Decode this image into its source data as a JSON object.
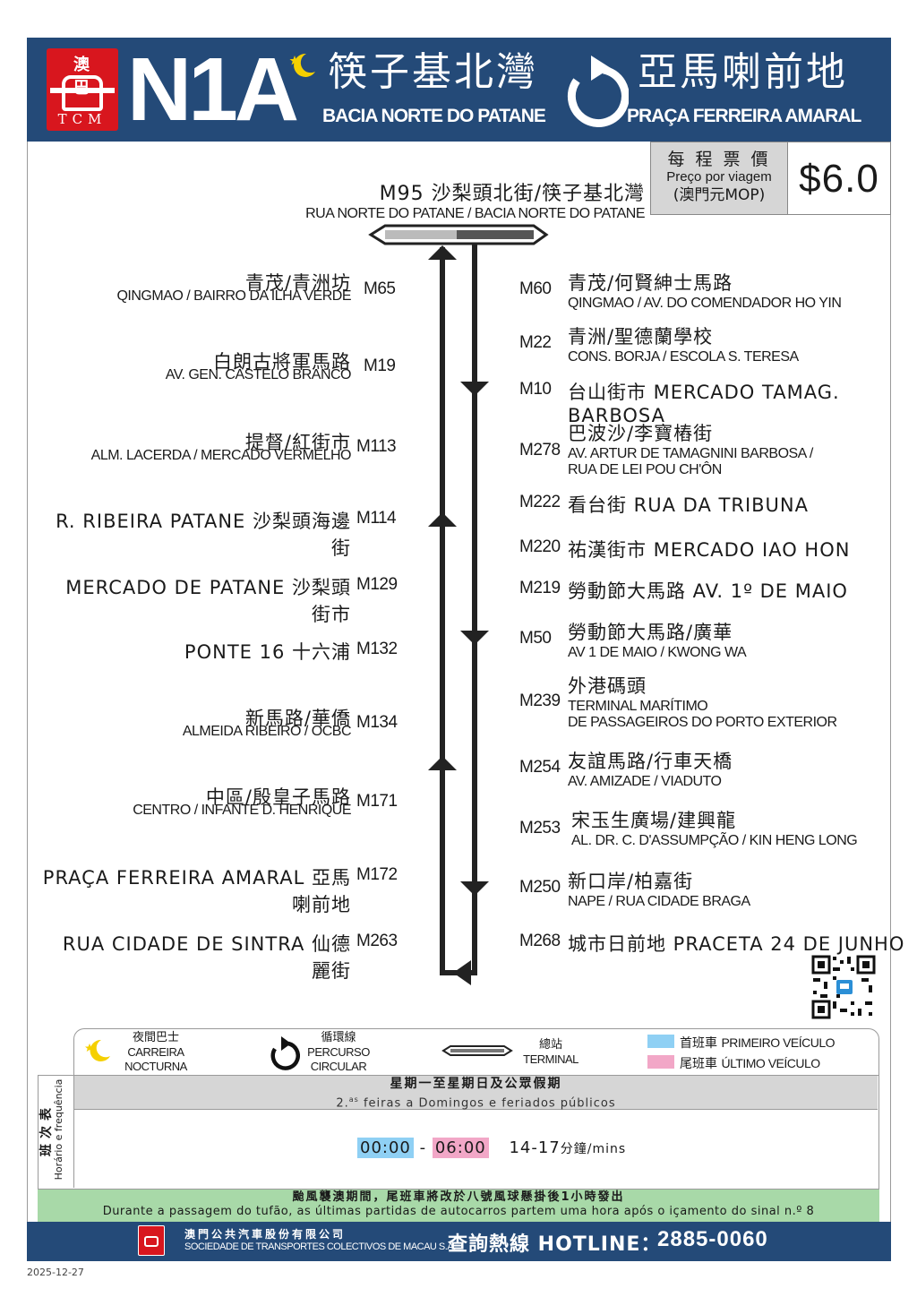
{
  "header": {
    "logo_top": "澳巴",
    "logo_bottom": "TCM",
    "route_number": "N1A",
    "origin_zh": "筷子基北灣",
    "origin_pt": "BACIA NORTE DO PATANE",
    "dest_zh": "亞馬喇前地",
    "dest_pt": "PRAÇA FERREIRA AMARAL",
    "icons": [
      "night-moon-icon",
      "circular-route-icon"
    ]
  },
  "fare": {
    "label_zh": "每 程 票 價",
    "label_pt": "Preço por viagem",
    "currency": "(澳門元MOP)",
    "amount": "$6.0"
  },
  "terminal": {
    "code_zh": "M95 沙梨頭北街/筷子基北灣",
    "pt": "RUA NORTE DO PATANE / BACIA NORTE DO PATANE"
  },
  "left_stops": [
    {
      "code": "M65",
      "zh": "青茂/青洲坊",
      "pt": "QINGMAO / BAIRRO DA ILHA VERDE"
    },
    {
      "code": "M19",
      "zh": "白朗古將軍馬路",
      "pt": "AV. GEN. CASTELO BRANCO"
    },
    {
      "code": "M113",
      "zh": "提督/紅街市",
      "pt": "ALM. LACERDA / MERCADO VERMELHO"
    },
    {
      "code": "M114",
      "inline": "R. RIBEIRA PATANE 沙梨頭海邊街"
    },
    {
      "code": "M129",
      "inline": "MERCADO DE PATANE 沙梨頭街市"
    },
    {
      "code": "M132",
      "inline": "PONTE 16 十六浦"
    },
    {
      "code": "M134",
      "zh": "新馬路/華僑",
      "pt": "ALMEIDA RIBEIRO / OCBC"
    },
    {
      "code": "M171",
      "zh": "中區/殷皇子馬路",
      "pt": "CENTRO / INFANTE D. HENRIQUE"
    },
    {
      "code": "M172",
      "inline": "PRAÇA FERREIRA AMARAL 亞馬喇前地"
    },
    {
      "code": "M263",
      "inline": "RUA CIDADE DE SINTRA 仙德麗街"
    }
  ],
  "right_stops": [
    {
      "code": "M60",
      "zh": "青茂/何賢紳士馬路",
      "pt": "QINGMAO / AV. DO COMENDADOR HO YIN"
    },
    {
      "code": "M22",
      "zh": "青洲/聖德蘭學校",
      "pt": "CONS. BORJA / ESCOLA S. TERESA"
    },
    {
      "code": "M10",
      "inline": "台山街市 MERCADO TAMAG. BARBOSA"
    },
    {
      "code": "M278",
      "zh": "巴波沙/李寶樁街",
      "pt": "AV. ARTUR DE TAMAGNINI BARBOSA /",
      "pt2": "RUA DE LEI POU CH'ÔN"
    },
    {
      "code": "M222",
      "inline": "看台街 RUA DA TRIBUNA"
    },
    {
      "code": "M220",
      "inline": "祐漢街市 MERCADO IAO HON"
    },
    {
      "code": "M219",
      "inline": "勞動節大馬路 AV. 1º DE MAIO"
    },
    {
      "code": "M50",
      "zh": "勞動節大馬路/廣華",
      "pt": "AV 1 DE MAIO / KWONG WA"
    },
    {
      "code": "M239",
      "zh": "外港碼頭",
      "pt": "TERMINAL MARÍTIMO",
      "pt2": "DE PASSAGEIROS DO PORTO EXTERIOR"
    },
    {
      "code": "M254",
      "zh": "友誼馬路/行車天橋",
      "pt": "AV. AMIZADE / VIADUTO"
    },
    {
      "code": "M253",
      "zh": "宋玉生廣場/建興龍",
      "pt": "AL. DR. C. D'ASSUMPÇÃO / KIN HENG LONG"
    },
    {
      "code": "M250",
      "zh": "新口岸/柏嘉街",
      "pt": "NAPE / RUA CIDADE BRAGA"
    },
    {
      "code": "M268",
      "inline": "城市日前地 PRACETA 24 DE JUNHO"
    }
  ],
  "legend": {
    "night_zh": "夜間巴士",
    "night_pt1": "CARREIRA",
    "night_pt2": "NOCTURNA",
    "circ_zh": "循環線",
    "circ_pt1": "PERCURSO",
    "circ_pt2": "CIRCULAR",
    "term_zh": "總站",
    "term_pt": "TERMINAL",
    "first_zh": "首班車",
    "first_pt": "PRIMEIRO VEÍCULO",
    "last_zh": "尾班車",
    "last_pt": "ÚLTIMO VEÍCULO",
    "first_color": "#8fd0f4",
    "last_color": "#f2a7c7"
  },
  "timetable": {
    "side_zh": "班次表",
    "side_pt": "Horário e frequência",
    "head_zh": "星期一至星期日及公眾假期",
    "head_pt_sup": "as",
    "head_pt_pre": "2.",
    "head_pt": "feiras a Domingos e feriados públicos",
    "first": "00:00",
    "sep": "-",
    "last": "06:00",
    "freq": "14-17",
    "freq_unit": "分鐘/mins"
  },
  "notice": {
    "zh": "颱風襲澳期間，尾班車將改於八號風球懸掛後1小時發出",
    "pt": "Durante a passagem do tufão, as últimas partidas de autocarros partem uma hora após o içamento do sinal n.º 8"
  },
  "footer": {
    "company_zh": "澳門公共汽車股份有限公司",
    "company_pt": "SOCIEDADE DE TRANSPORTES COLECTIVOS DE MACAU S.A.",
    "hotline_label": "查詢熱線 HOTLINE：",
    "hotline": "2885-0060"
  },
  "date": "2025-12-27",
  "colors": {
    "header_bg": "#244a78",
    "logo_red": "#d8161e",
    "notice_green": "#a8d9a8",
    "fare_grey": "#d6d6d6"
  }
}
